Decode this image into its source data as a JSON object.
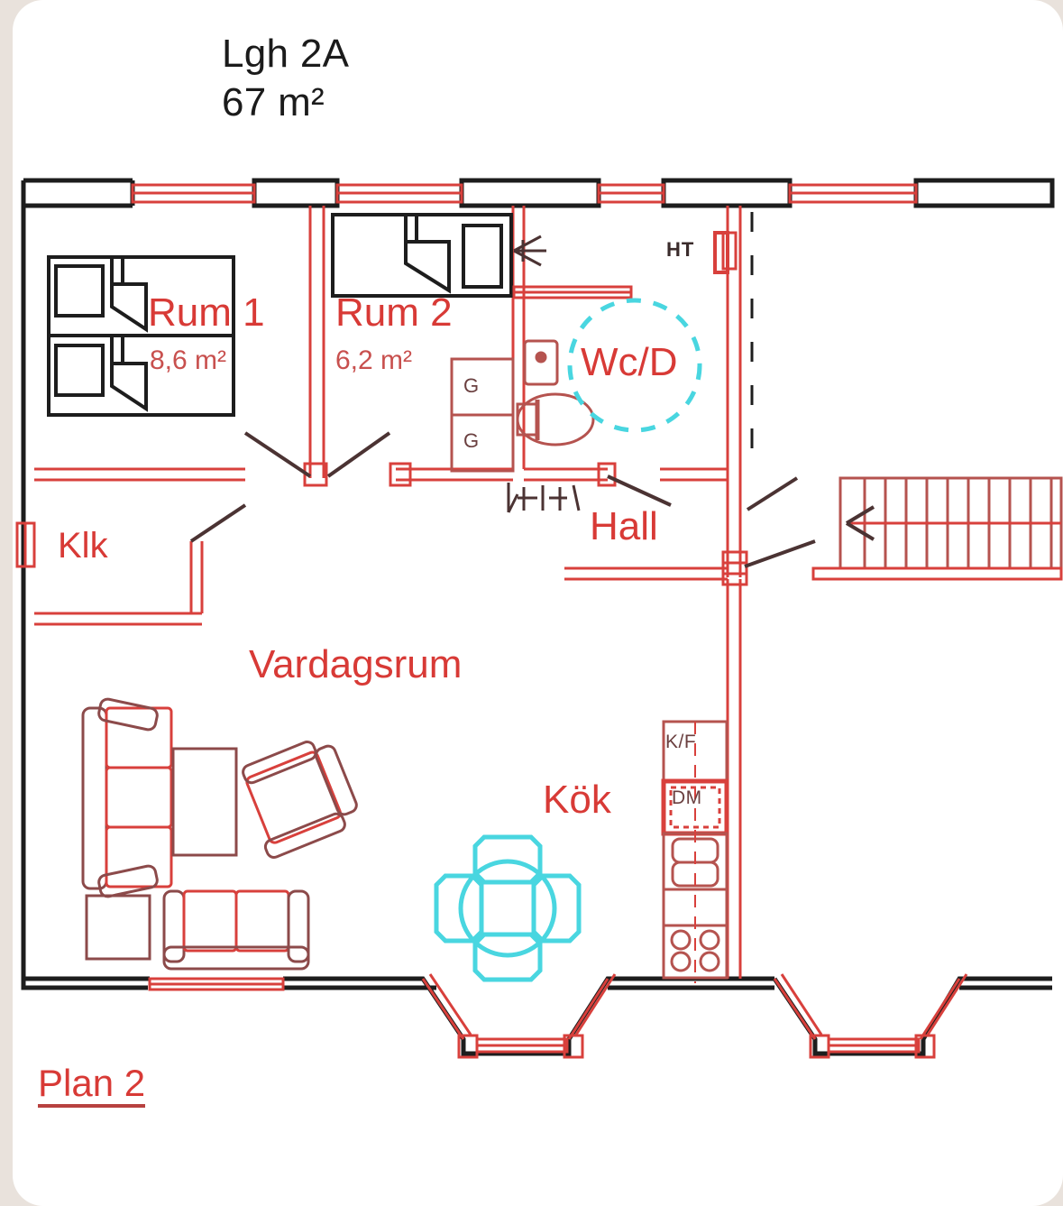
{
  "document": {
    "title": "Lgh 2A",
    "area": "67 m²",
    "plan_label": "Plan 2"
  },
  "colors": {
    "page_background": "#e9e2dc",
    "card_background": "#ffffff",
    "wall_black": "#1d1d1d",
    "line_red": "#d8403c",
    "label_red": "#d83a36",
    "area_red": "#c8504e",
    "highlight_cyan": "#49d6e0",
    "furniture_red": "#c0504d",
    "tag_brown": "#6b4040"
  },
  "rooms": [
    {
      "id": "rum1",
      "name": "Rum 1",
      "area": "8,6 m²"
    },
    {
      "id": "rum2",
      "name": "Rum 2",
      "area": "6,2 m²"
    },
    {
      "id": "wcd",
      "name": "Wc/D",
      "area": ""
    },
    {
      "id": "hall",
      "name": "Hall",
      "area": ""
    },
    {
      "id": "klk",
      "name": "Klk",
      "area": ""
    },
    {
      "id": "vardagsrum",
      "name": "Vardagsrum",
      "area": ""
    },
    {
      "id": "kok",
      "name": "Kök",
      "area": ""
    }
  ],
  "annotations": {
    "heater": "HT",
    "closet_upper": "G",
    "closet_lower": "G",
    "fridge_freezer": "K/F",
    "dishwasher": "DM"
  },
  "highlights": [
    {
      "name": "wc-highlight-circle",
      "shape": "dashed-circle",
      "color": "#49d6e0"
    },
    {
      "name": "dining-set-highlight",
      "shape": "table-4-chairs",
      "color": "#49d6e0"
    }
  ],
  "furniture": {
    "rum1": [
      "bed",
      "bed",
      "nightstand",
      "nightstand"
    ],
    "rum2": [
      "bed",
      "nightstand"
    ],
    "vardagsrum": [
      "sofa-3-seat",
      "coffee-table",
      "armchair",
      "side-table",
      "sofa-2-seat"
    ],
    "kok": [
      "fridge-freezer",
      "dishwasher",
      "double-sink",
      "counter",
      "stove-4-burner"
    ],
    "wcd": [
      "toilet",
      "washbasin",
      "closet",
      "closet"
    ],
    "stair": "staircase-up"
  }
}
